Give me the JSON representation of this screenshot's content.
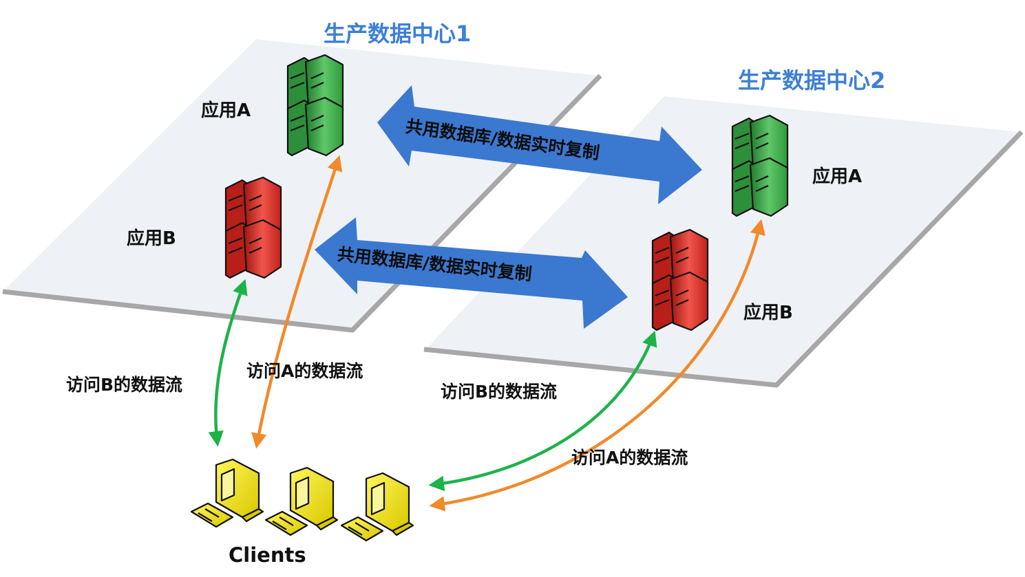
{
  "datacenters": [
    {
      "title": "生产数据中心1",
      "app_a": "应用A",
      "app_b": "应用B"
    },
    {
      "title": "生产数据中心2",
      "app_a": "应用A",
      "app_b": "应用B"
    }
  ],
  "replication": {
    "label_top": "共用数据库/数据实时复制",
    "label_bottom": "共用数据库/数据实时复制"
  },
  "flows": {
    "dc1_b": "访问B的数据流",
    "dc1_a": "访问A的数据流",
    "dc2_b": "访问B的数据流",
    "dc2_a": "访问A的数据流"
  },
  "clients": {
    "label": "Clients"
  },
  "colors": {
    "title_blue": "#3d7fd6",
    "arrow_blue": "#3b78d0",
    "plane": "#eef1f5",
    "plane_edge": "#a9a9a9",
    "flow_green": "#1db34a",
    "flow_orange": "#f08a2a",
    "server_green": "#3aa84a",
    "server_red": "#e0302a",
    "client_yellow": "#f3e600"
  },
  "icons": [
    "server-icon",
    "client-computer-icon"
  ]
}
